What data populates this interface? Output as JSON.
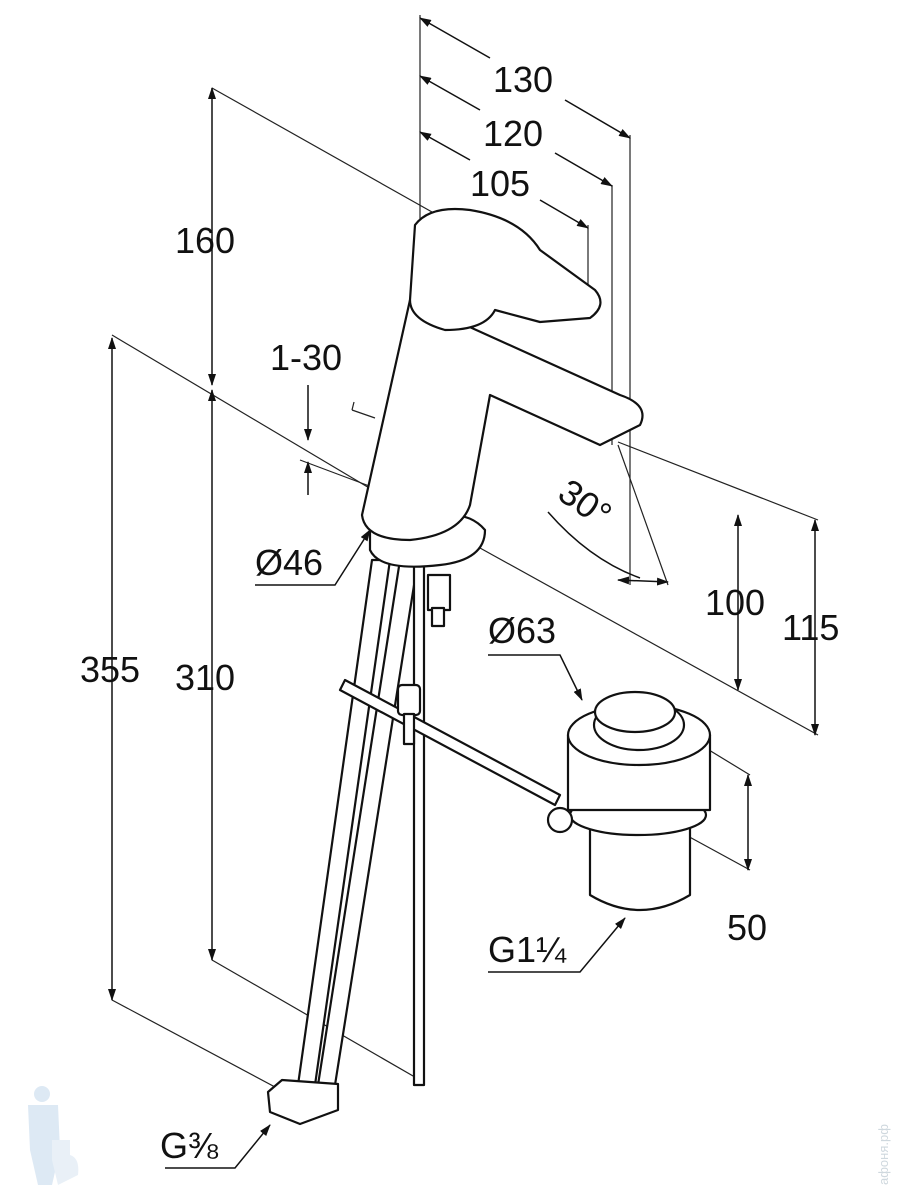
{
  "dimensions": {
    "width_130": "130",
    "width_120": "120",
    "width_105": "105",
    "height_160": "160",
    "thickness_range": "1-30",
    "angle": "30°",
    "base_diameter": "Ø46",
    "drain_diameter": "Ø63",
    "spout_height_100": "100",
    "spout_height_115": "115",
    "total_355": "355",
    "hose_310": "310",
    "drain_50": "50",
    "drain_thread": "G1¼",
    "hose_thread": "G⅜"
  },
  "watermark": {
    "site_text": "афоня.рф"
  },
  "colors": {
    "line": "#111111",
    "watermark": "#cfe0f0"
  }
}
